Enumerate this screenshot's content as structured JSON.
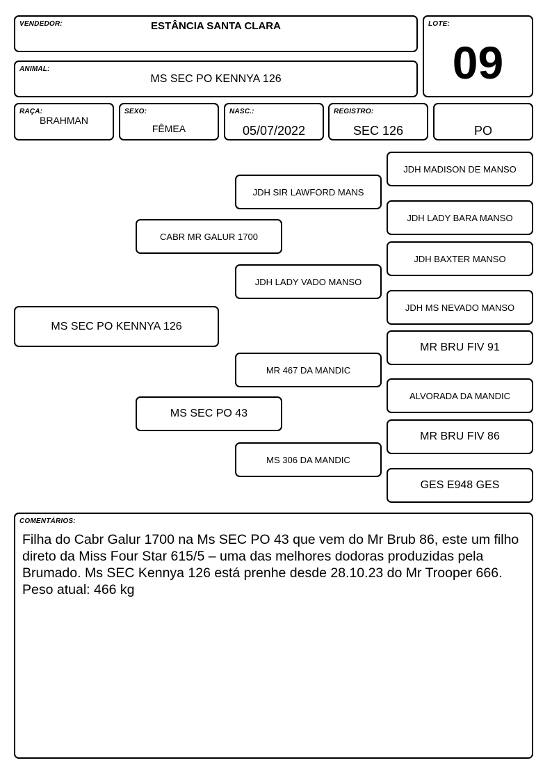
{
  "header": {
    "seller_label": "VENDEDOR:",
    "seller_value": "ESTÂNCIA SANTA CLARA",
    "lot_label": "LOTE:",
    "lot_value": "09",
    "animal_label": "ANIMAL:",
    "animal_value": "MS SEC PO KENNYA 126"
  },
  "details": {
    "breed_label": "RAÇA:",
    "breed_value": "BRAHMAN",
    "sex_label": "SEXO:",
    "sex_value": "FÊMEA",
    "birth_label": "NASC.:",
    "birth_value": "05/07/2022",
    "registry_label": "REGISTRO:",
    "registry_value": "SEC 126",
    "category_value": "PO"
  },
  "pedigree": {
    "animal": "MS SEC PO KENNYA 126",
    "sire": "CABR MR GALUR 1700",
    "dam": "MS SEC PO 43",
    "sire_sire": "JDH SIR LAWFORD MANS",
    "sire_dam": "JDH LADY VADO MANSO",
    "dam_sire": "MR 467 DA MANDIC",
    "dam_dam": "MS 306 DA MANDIC",
    "sss": "JDH MADISON DE MANSO",
    "ssd": "JDH LADY BARA MANSO",
    "sds": "JDH BAXTER MANSO",
    "sdd": "JDH MS NEVADO MANSO",
    "dss": "MR BRU FIV 91",
    "dsd": "ALVORADA DA MANDIC",
    "dds": "MR BRU FIV 86",
    "ddd": "GES E948 GES"
  },
  "comments": {
    "label": "COMENTÁRIOS:",
    "text": "Filha do Cabr Galur 1700 na Ms SEC PO 43 que vem do Mr Brub 86, este um filho direto da Miss Four Star 615/5 – uma das melhores dodoras produzidas pela Brumado. Ms SEC Kennya 126 está prenhe desde 28.10.23 do Mr Trooper 666.\nPeso atual: 466 kg"
  }
}
